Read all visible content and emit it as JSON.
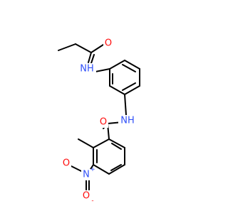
{
  "colors": {
    "carbon_bond": "#000000",
    "oxygen": "#ff0d0d",
    "nitrogen": "#3050f8",
    "background": "#ffffff"
  },
  "atom_labels": {
    "amide_o_top": "O",
    "amide_nh_top": "NH",
    "amide_nh_middle": "NH",
    "amide_o_middle": "O",
    "nitro_n": "N",
    "nitro_o_side": "O",
    "nitro_o_down": "O",
    "charge_plus": "+",
    "charge_minus": "-"
  }
}
